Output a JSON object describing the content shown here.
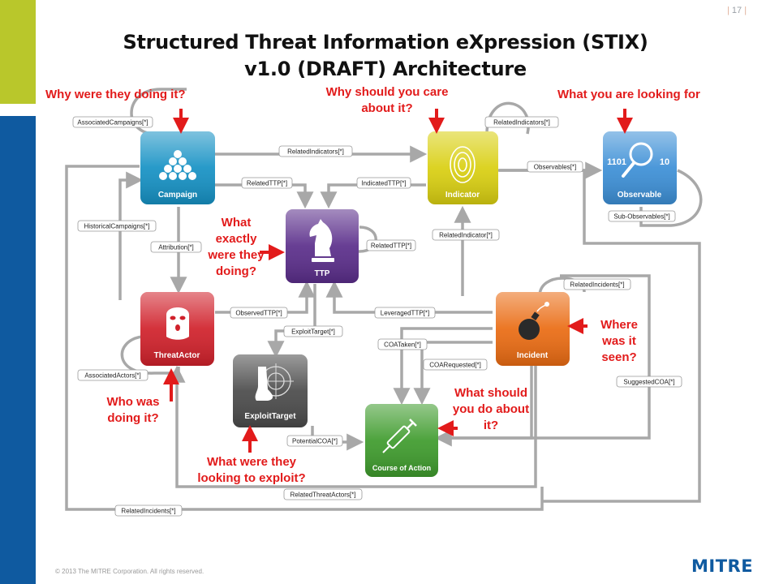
{
  "page_number": "17",
  "title_line1": "Structured Threat Information eXpression (STIX)",
  "title_line2": "v1.0 (DRAFT) Architecture",
  "nodes": {
    "campaign": "Campaign",
    "indicator": "Indicator",
    "observable": "Observable",
    "ttp": "TTP",
    "threat_actor": "ThreatActor",
    "incident": "Incident",
    "exploit_target": "ExploitTarget",
    "course_of_action": "Course of Action"
  },
  "edge_labels": {
    "associated_campaigns": "AssociatedCampaigns[*]",
    "related_indicators_top": "RelatedIndicators[*]",
    "related_indicators_campaign": "RelatedIndicators[*]",
    "observables": "Observables[*]",
    "related_ttp_campaign": "RelatedTTP[*]",
    "indicated_ttp": "IndicatedTTP[*]",
    "sub_observables": "Sub-Observables[*]",
    "historical_campaigns": "HistoricalCampaigns[*]",
    "related_indicator": "RelatedIndicator[*]",
    "related_ttp_self": "RelatedTTP[*]",
    "attribution": "Attribution[*]",
    "related_incidents_self": "RelatedIncidents[*]",
    "observed_ttp": "ObservedTTP[*]",
    "leveraged_ttp": "LeveragedTTP[*]",
    "exploit_target": "ExploitTarget[*]",
    "coa_taken": "COATaken[*]",
    "coa_requested": "COARequested[*]",
    "associated_actors": "AssociatedActors[*]",
    "suggested_coa": "SuggestedCOA[*]",
    "potential_coa": "PotentialCOA[*]",
    "related_threat_actors": "RelatedThreatActors[*]",
    "related_incidents_bottom": "RelatedIncidents[*]"
  },
  "questions": {
    "campaign": "Why were they doing it?",
    "indicator_line1": "Why should you care",
    "indicator_line2": "about it?",
    "observable": "What you are looking for",
    "ttp_line1": "What",
    "ttp_line2": "exactly",
    "ttp_line3": "were they",
    "ttp_line4": "doing?",
    "incident_line1": "Where",
    "incident_line2": "was it",
    "incident_line3": "seen?",
    "actor_line1": "Who was",
    "actor_line2": "doing it?",
    "coa_line1": "What should",
    "coa_line2": "you do about",
    "coa_line3": "it?",
    "exploit_line1": "What were they",
    "exploit_line2": "looking to exploit?"
  },
  "observable_icon_digits_left": "1101",
  "observable_icon_digits_right": "10",
  "footer": "© 2013 The MITRE Corporation. All rights reserved.",
  "logo": "MITRE",
  "colors": {
    "campaign": "#1591c4",
    "indicator": "#d9cf10",
    "observable": "#3c8fd6",
    "ttp": "#5a2d8a",
    "threat_actor": "#d0202a",
    "incident": "#ea6b12",
    "exploit_target": "#4a4a4a",
    "course_of_action": "#3e9b2c",
    "question": "#e21b1b",
    "connector": "#a8a8a8",
    "accent_green": "#b9c72b",
    "accent_blue": "#0f5aa0"
  }
}
